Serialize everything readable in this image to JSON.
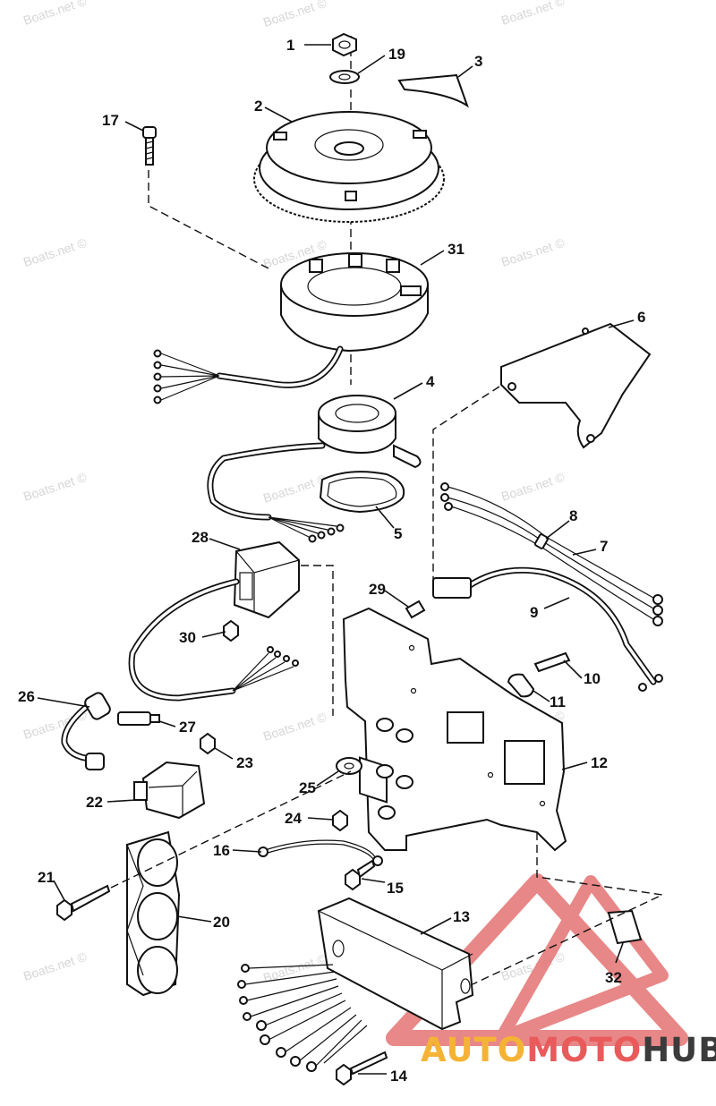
{
  "watermark": "Boats.net ©",
  "logo": {
    "word_part1": "AUTO",
    "word_part2": "MOTO",
    "word_part3": "HUB",
    "color_gold": "#f5b335",
    "color_red": "#e95b5b",
    "color_dark": "#3b3b3b",
    "triangle_color": "#e57373"
  },
  "callouts": [
    {
      "id": "c1",
      "label": "1"
    },
    {
      "id": "c19",
      "label": "19"
    },
    {
      "id": "c3",
      "label": "3"
    },
    {
      "id": "c2",
      "label": "2"
    },
    {
      "id": "c17",
      "label": "17"
    },
    {
      "id": "c31",
      "label": "31"
    },
    {
      "id": "c6",
      "label": "6"
    },
    {
      "id": "c4",
      "label": "4"
    },
    {
      "id": "c8",
      "label": "8"
    },
    {
      "id": "c5",
      "label": "5"
    },
    {
      "id": "c7",
      "label": "7"
    },
    {
      "id": "c28",
      "label": "28"
    },
    {
      "id": "c29",
      "label": "29"
    },
    {
      "id": "c9",
      "label": "9"
    },
    {
      "id": "c30",
      "label": "30"
    },
    {
      "id": "c10",
      "label": "10"
    },
    {
      "id": "c11",
      "label": "11"
    },
    {
      "id": "c26",
      "label": "26"
    },
    {
      "id": "c27",
      "label": "27"
    },
    {
      "id": "c23",
      "label": "23"
    },
    {
      "id": "c12",
      "label": "12"
    },
    {
      "id": "c25",
      "label": "25"
    },
    {
      "id": "c22",
      "label": "22"
    },
    {
      "id": "c24",
      "label": "24"
    },
    {
      "id": "c16",
      "label": "16"
    },
    {
      "id": "c21",
      "label": "21"
    },
    {
      "id": "c15",
      "label": "15"
    },
    {
      "id": "c13",
      "label": "13"
    },
    {
      "id": "c20",
      "label": "20"
    },
    {
      "id": "c32",
      "label": "32"
    },
    {
      "id": "c14",
      "label": "14"
    }
  ]
}
